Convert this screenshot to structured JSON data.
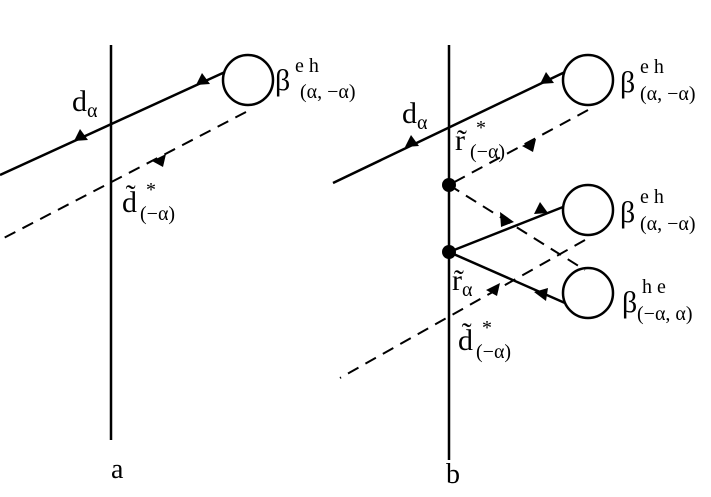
{
  "colors": {
    "ink": "#000000",
    "background": "#ffffff"
  },
  "panels": [
    {
      "panel_label": "a",
      "labels": {
        "d": {
          "main": "d",
          "sub": "α"
        },
        "beta": {
          "main": "β",
          "sup": "e h",
          "sub": "(α, −α)"
        },
        "dtilde": {
          "main": "d̃",
          "star": "*",
          "sub": "(−α)"
        }
      }
    },
    {
      "panel_label": "b",
      "labels": {
        "d": {
          "main": "d",
          "sub": "α"
        },
        "beta1": {
          "main": "β",
          "sup": "e h",
          "sub": "(α, −α)"
        },
        "beta2": {
          "main": "β",
          "sup": "e h",
          "sub": "(α, −α)"
        },
        "beta3": {
          "main": "β",
          "sup": "h e",
          "sub": "(−α, α)"
        },
        "rtilde_star": {
          "main": "r̃",
          "star": "*",
          "sub": "(−α)"
        },
        "rtilde": {
          "main": "r̃",
          "sub": "α"
        },
        "dtilde": {
          "main": "d̃",
          "star": "*",
          "sub": "(−α)"
        }
      }
    }
  ]
}
